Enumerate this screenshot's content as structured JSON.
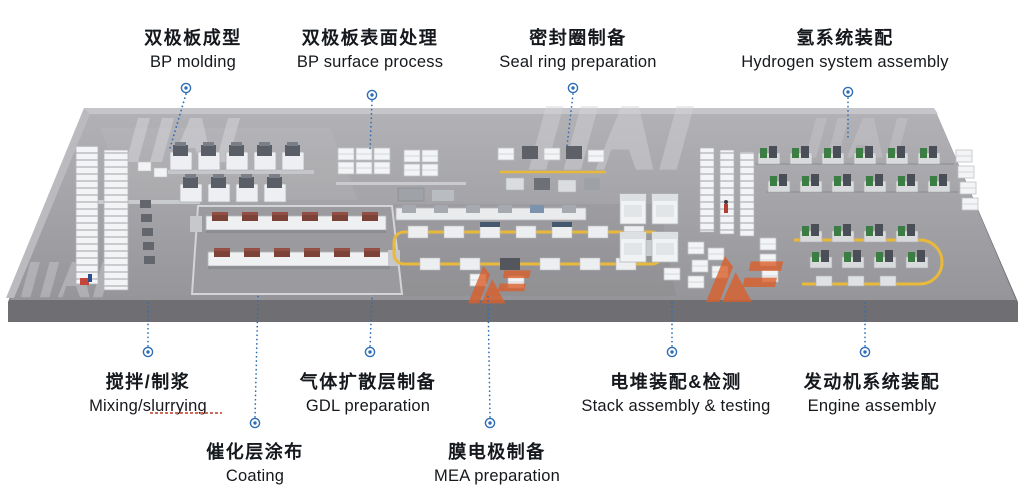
{
  "callouts": {
    "top": [
      {
        "zh": "双极板成型",
        "en": "BP molding"
      },
      {
        "zh": "双极板表面处理",
        "en": "BP surface process"
      },
      {
        "zh": "密封圈制备",
        "en": "Seal ring preparation"
      },
      {
        "zh": "氢系统装配",
        "en": "Hydrogen system assembly"
      }
    ],
    "bottom": [
      {
        "zh": "搅拌/制浆",
        "en": "Mixing/slurrying"
      },
      {
        "zh": "气体扩散层制备",
        "en": "GDL preparation"
      },
      {
        "zh": "催化层涂布",
        "en": "Coating"
      },
      {
        "zh": "膜电极制备",
        "en": "MEA preparation"
      },
      {
        "zh": "电堆装配&检测",
        "en": "Stack assembly & testing"
      },
      {
        "zh": "发动机系统装配",
        "en": "Engine assembly"
      }
    ]
  },
  "colors": {
    "callout_blue": "#2F6EB5",
    "floor_gray": "#A3A3A7",
    "floor_edge": "#6F6F73",
    "conveyor_yellow": "#E9B93C",
    "machine_green": "#3C7D44",
    "watermark_orange": "#DA5F2B"
  }
}
